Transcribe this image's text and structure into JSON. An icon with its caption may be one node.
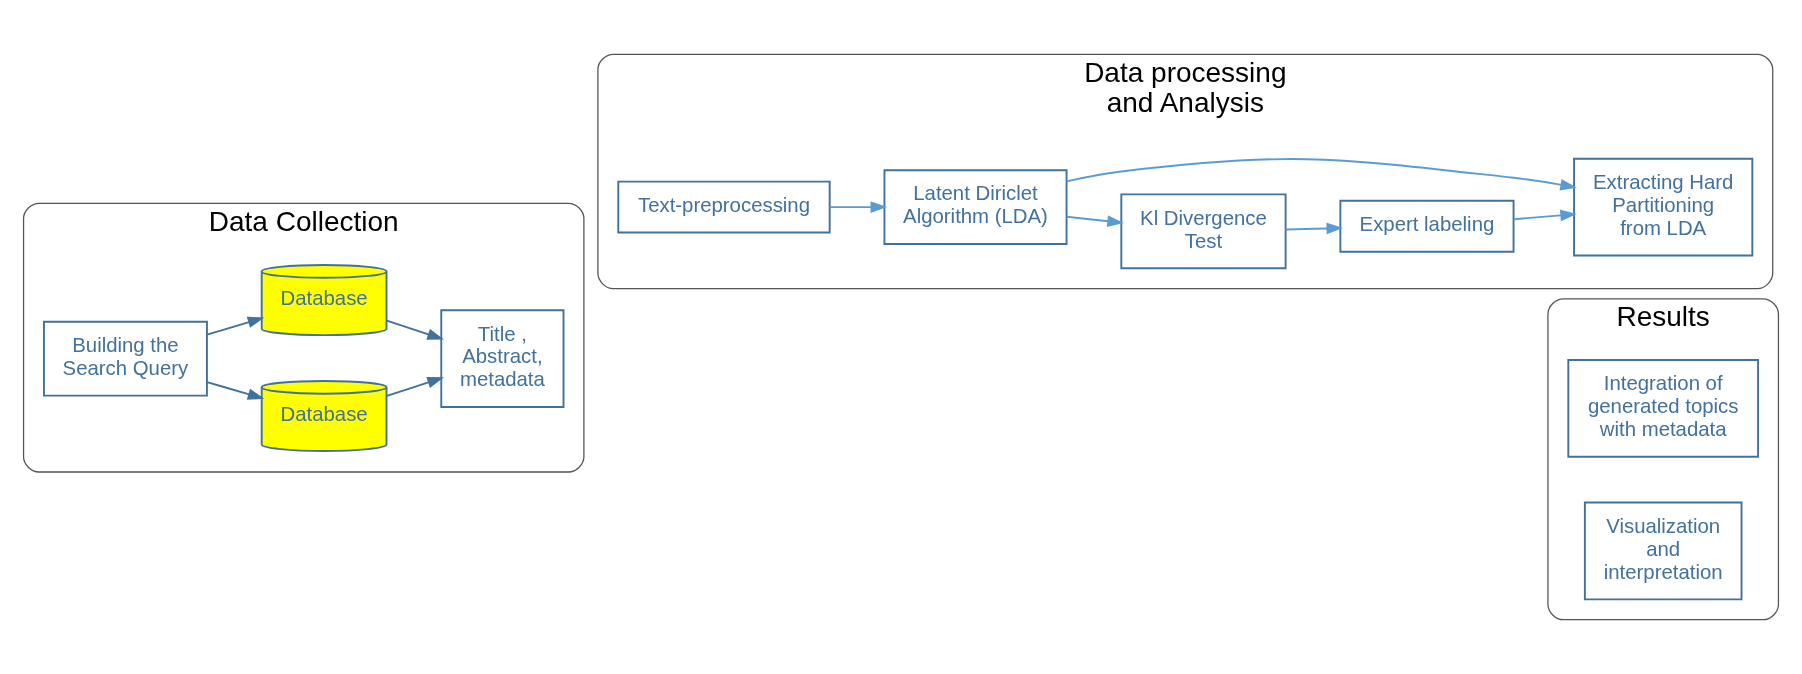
{
  "diagram": {
    "nodes": [
      {
        "text": [
          "Data Collection"
        ]
      },
      {
        "text": [
          "Building the Search Query"
        ],
        "in": 0
      },
      {
        "text": [
          "Database"
        ],
        "in": 0
      },
      {
        "text": [
          "Database"
        ],
        "in": 0
      },
      {
        "text": [
          "Title , Abstract, metadata"
        ],
        "in": 0
      },
      {
        "text": [
          "Data processing and Analysis"
        ]
      },
      {
        "text": [
          "Text-preprocessing"
        ],
        "in": 5
      },
      {
        "text": [
          "Latent Diriclet Algorithm (LDA)"
        ],
        "in": 5
      },
      {
        "text": [
          "Extracting Hard Partitioning from LDA"
        ],
        "in": 5
      },
      {
        "text": [
          "Kl Divergence Test"
        ],
        "in": 5
      },
      {
        "text": [
          "Expert labeling"
        ],
        "in": 5
      },
      {
        "text": [
          "Results"
        ]
      },
      {
        "text": [
          "Integration of generated topics with metadata"
        ],
        "in": 11
      },
      {
        "text": [
          "Visualization and interpretation"
        ],
        "in": 11
      }
    ],
    "edges": [
      {
        "from": 1,
        "to": 2,
        "arrow": "to",
        "color": "#41719c"
      },
      {
        "from": 1,
        "to": 3,
        "arrow": "to",
        "color": "#41719c"
      },
      {
        "from": 2,
        "to": 4,
        "arrow": "to",
        "color": "#41719c"
      },
      {
        "from": 3,
        "to": 4,
        "arrow": "to",
        "color": "#41719c"
      },
      {
        "from": 6,
        "to": 7,
        "arrow": "to"
      },
      {
        "from": 7,
        "to": 8,
        "arrow": "to"
      },
      {
        "from": 7,
        "to": 9,
        "arrow": "to"
      },
      {
        "from": 9,
        "to": 10,
        "arrow": "to"
      },
      {
        "from": 10,
        "to": 8,
        "arrow": "to"
      }
    ]
  }
}
